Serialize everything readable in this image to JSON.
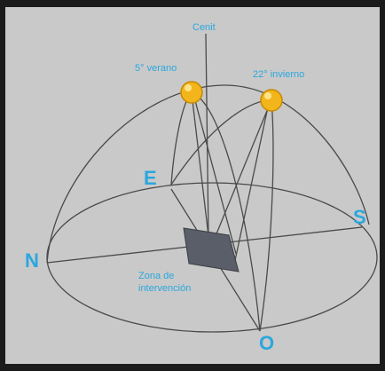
{
  "labels": {
    "zenith": "Cenit",
    "summer_sun": "5° verano",
    "winter_sun": "22° invierno",
    "zone_line1": "Zona de",
    "zone_line2": "intervención",
    "north": "N",
    "east": "E",
    "south": "S",
    "west": "O"
  },
  "colors": {
    "background": "#c9c9c9",
    "frame": "#1b1b1b",
    "label": "#2aa7df",
    "sun_fill": "#f2b61c",
    "sun_stroke": "#c78a00",
    "zone_fill": "#5a5e68",
    "lines": "#4a4a4a"
  }
}
